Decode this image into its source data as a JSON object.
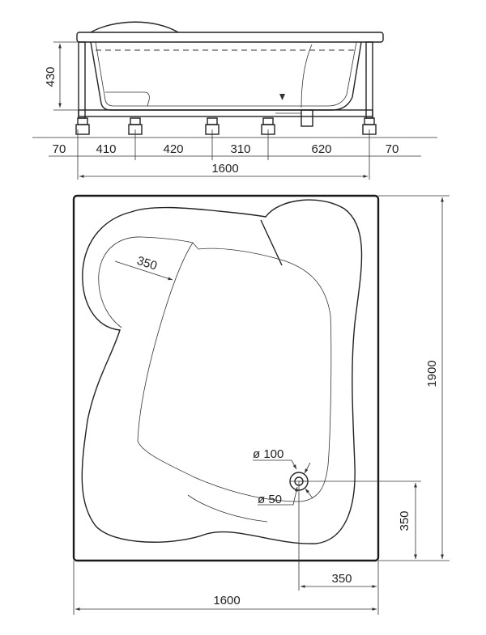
{
  "side_view": {
    "height_label": "430",
    "segment_labels": [
      "70",
      "410",
      "420",
      "310",
      "620",
      "70"
    ],
    "total_label": "1600"
  },
  "top_view": {
    "width_label": "1600",
    "height_label": "1900",
    "seat_radius_label": "350",
    "outer_drain_label": "ø 100",
    "inner_drain_label": "ø 50",
    "drain_offset_vertical_label": "350",
    "drain_offset_horizontal_label": "350"
  }
}
